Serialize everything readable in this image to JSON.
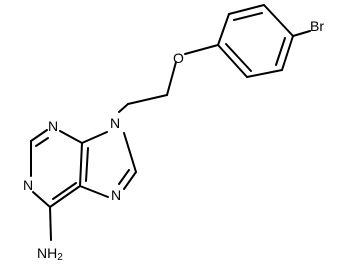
{
  "structure": {
    "atoms": {
      "bromine": "Br",
      "ether_oxygen": "O",
      "n9": "N",
      "n7": "N",
      "n3": "N",
      "n1": "N",
      "amine": "NH",
      "amine_subscript": "2"
    }
  },
  "colors": {
    "bond": "#000000",
    "text": "#000000",
    "background": "#ffffff"
  }
}
